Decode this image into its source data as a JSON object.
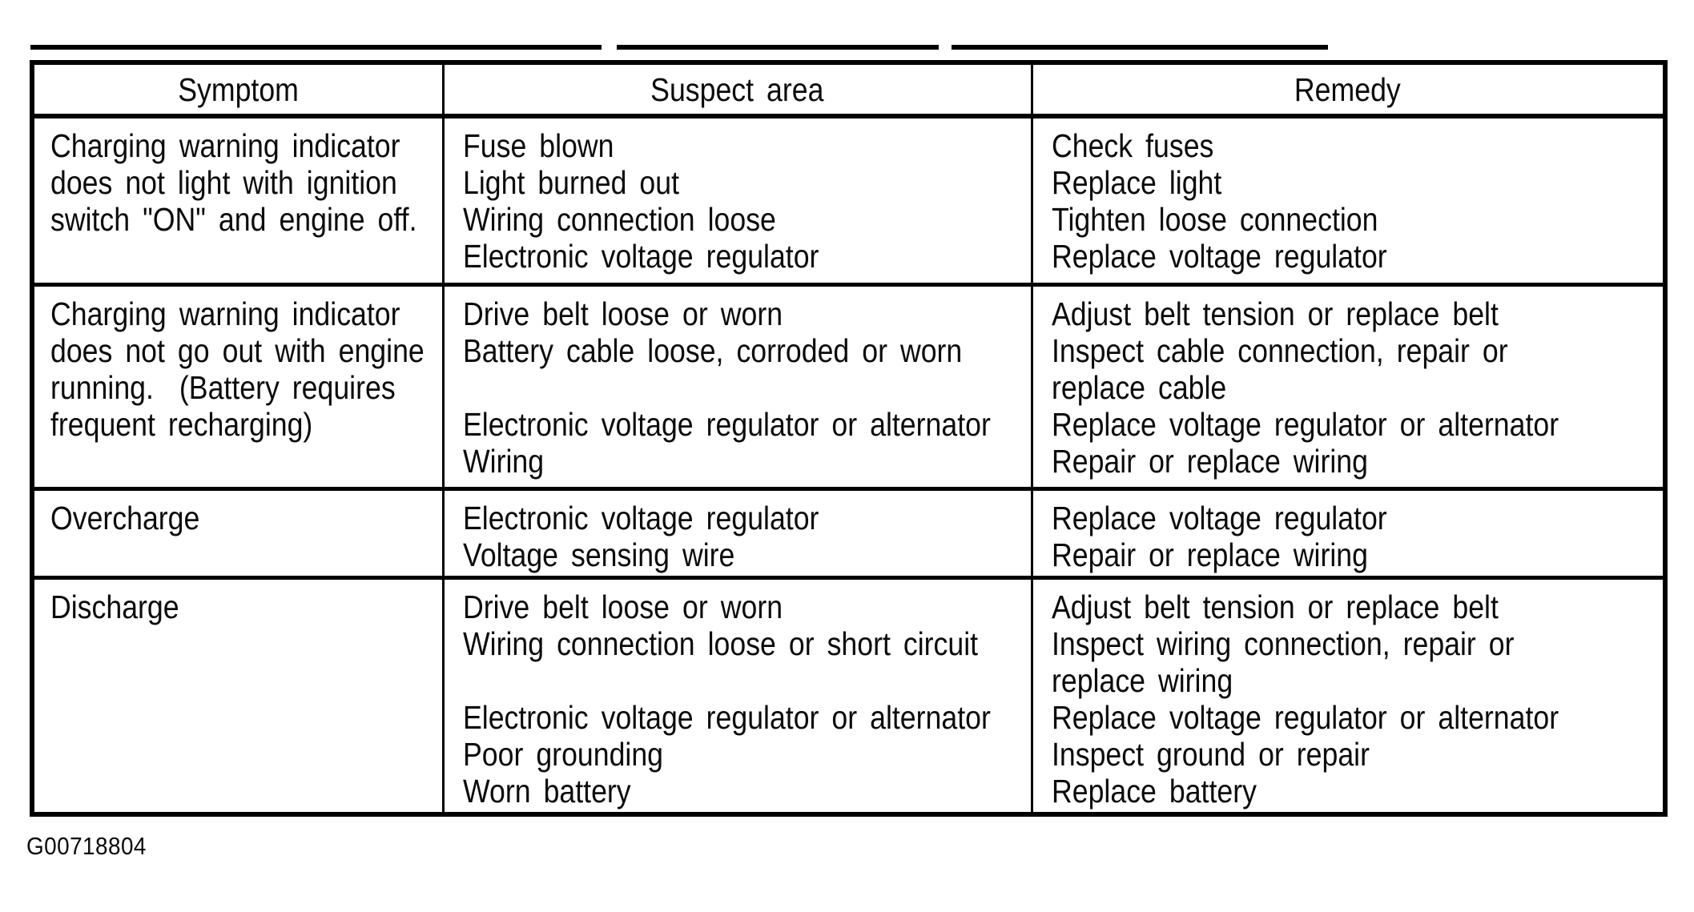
{
  "document": {
    "figure_code": "G00718804",
    "table": {
      "headers": [
        "Symptom",
        "Suspect area",
        "Remedy"
      ],
      "rows": [
        {
          "symptom": "Charging warning indicator\ndoes not light with ignition\nswitch \"ON\" and engine off.",
          "suspect_area": "Fuse blown\nLight burned out\nWiring connection loose\nElectronic voltage regulator",
          "remedy": "Check fuses\nReplace light\nTighten loose connection\nReplace voltage regulator"
        },
        {
          "symptom": "Charging warning indicator\ndoes not go out with engine\nrunning.  (Battery requires\nfrequent recharging)",
          "suspect_area": "Drive belt loose or worn\nBattery cable loose, corroded or worn\n\nElectronic voltage regulator or alternator\nWiring",
          "remedy": "Adjust belt tension or replace belt\nInspect cable connection, repair or\nreplace cable\nReplace voltage regulator or alternator\nRepair or replace wiring"
        },
        {
          "symptom": "Overcharge",
          "suspect_area": "Electronic voltage regulator\nVoltage sensing wire",
          "remedy": "Replace voltage regulator\nRepair or replace wiring"
        },
        {
          "symptom": "Discharge",
          "suspect_area": "Drive belt loose or worn\nWiring connection loose or short circuit\n\nElectronic voltage regulator or alternator\nPoor grounding\nWorn battery",
          "remedy": "Adjust belt tension or replace belt\nInspect wiring connection, repair or\nreplace wiring\nReplace voltage regulator or alternator\nInspect ground or repair\nReplace battery"
        }
      ]
    }
  }
}
